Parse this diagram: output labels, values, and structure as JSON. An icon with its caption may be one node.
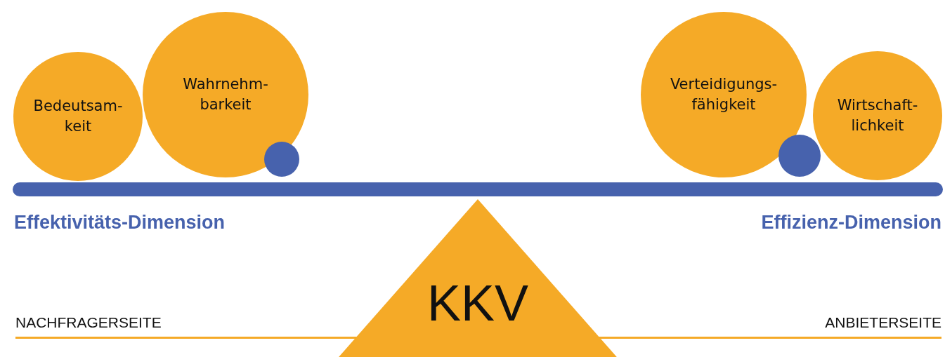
{
  "diagram": {
    "nodes": [
      {
        "text": [
          "Bedeutsam- keit"
        ]
      },
      {
        "text": [
          "Wahrnehm- barkeit"
        ]
      },
      {
        "text": [
          "Verteidigungs- fähigkeit"
        ]
      },
      {
        "text": [
          "Wirtschaft- lichkeit"
        ]
      },
      {
        "text": [
          "KKV"
        ]
      }
    ],
    "edges": [],
    "labels": [
      "Effektivitäts-Dimension",
      "Effizienz-Dimension",
      "NACHFRAGERSEITE",
      "ANBIETERSEITE"
    ]
  }
}
